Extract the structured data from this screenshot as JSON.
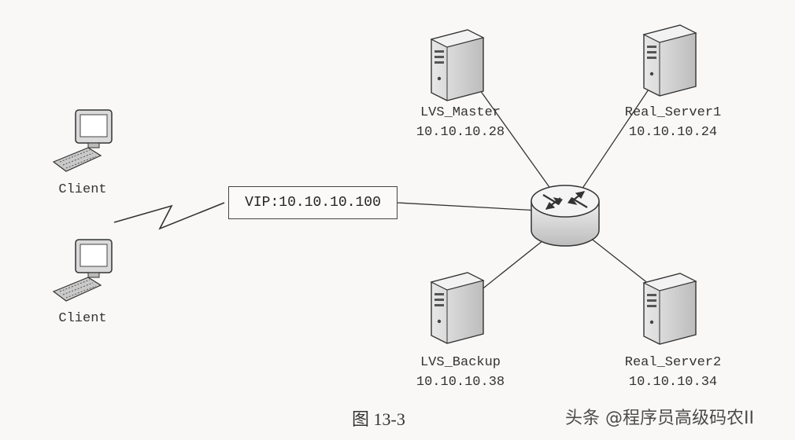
{
  "diagram": {
    "vip_label": "VIP:10.10.10.100",
    "clients": [
      {
        "label": "Client"
      },
      {
        "label": "Client"
      }
    ],
    "servers": {
      "lvs_master": {
        "name": "LVS_Master",
        "ip": "10.10.10.28"
      },
      "real_server1": {
        "name": "Real_Server1",
        "ip": "10.10.10.24"
      },
      "lvs_backup": {
        "name": "LVS_Backup",
        "ip": "10.10.10.38"
      },
      "real_server2": {
        "name": "Real_Server2",
        "ip": "10.10.10.34"
      }
    },
    "caption": "图 13-3"
  },
  "watermark": "头条 @程序员高级码农II",
  "icons": [
    "desktop-computer-icon",
    "tower-server-icon",
    "router-icon",
    "network-link-icon"
  ]
}
